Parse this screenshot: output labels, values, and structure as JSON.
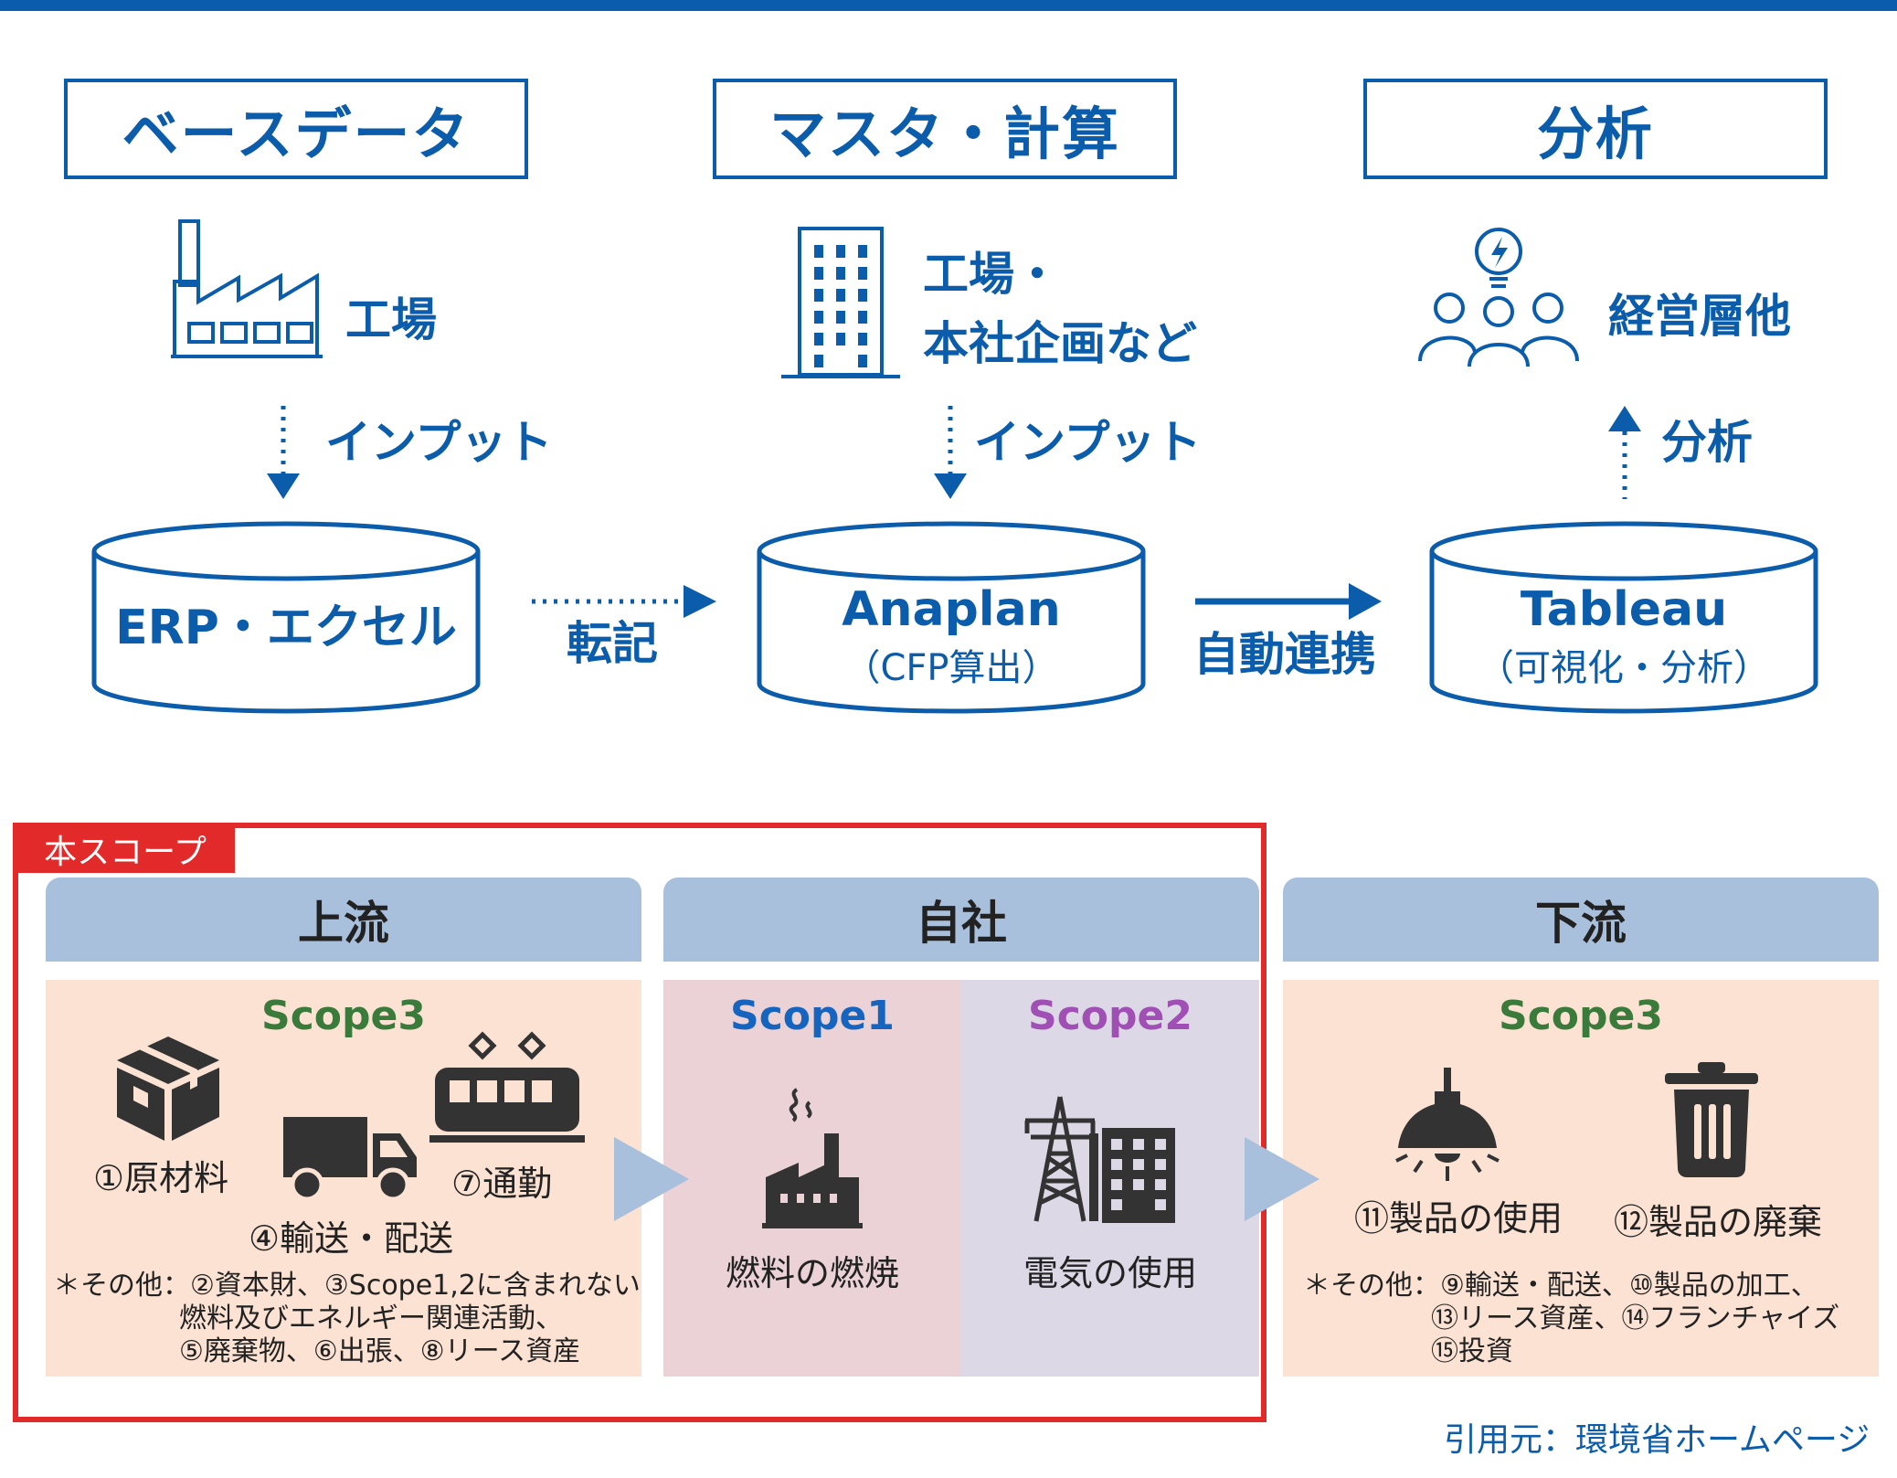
{
  "top": {
    "headers": [
      "ベースデータ",
      "マスタ・計算",
      "分析"
    ],
    "col1": {
      "source_label": "工場",
      "arrow_label": "インプット",
      "db_label": "ERP・エクセル"
    },
    "col2": {
      "source_label_line1": "工場・",
      "source_label_line2": "本社企画など",
      "arrow_label": "インプット",
      "db_label": "Anaplan",
      "db_sub": "（CFP算出）"
    },
    "col3": {
      "source_label": "経営層他",
      "arrow_label": "分析",
      "db_label": "Tableau",
      "db_sub": "（可視化・分析）"
    },
    "link1_label": "転記",
    "link2_label": "自動連携"
  },
  "scope": {
    "tab_label": "本スコープ",
    "upstream": {
      "heading": "上流",
      "scope_title": "Scope3",
      "items": [
        "①原材料",
        "④輸送・配送",
        "⑦通勤"
      ],
      "note_lines": [
        "＊その他：②資本財、③Scope1,2に含まれない",
        "燃料及びエネルギー関連活動、",
        "⑤廃棄物、⑥出張、⑧リース資産"
      ]
    },
    "own": {
      "heading": "自社",
      "scope1_title": "Scope1",
      "scope1_item": "燃料の燃焼",
      "scope2_title": "Scope2",
      "scope2_item": "電気の使用"
    },
    "downstream": {
      "heading": "下流",
      "scope_title": "Scope3",
      "items": [
        "⑪製品の使用",
        "⑫製品の廃棄"
      ],
      "note_lines": [
        "＊その他：⑨輸送・配送、⑩製品の加工、",
        "⑬リース資産、⑭フランチャイズ",
        "⑮投資"
      ]
    }
  },
  "source": "引用元：環境省ホームページ",
  "colors": {
    "blue": "#0b5cab",
    "red": "#e32a2a",
    "gray_icon": "#333333",
    "scope3_green": "#3a7a3a",
    "scope1_blue": "#1565c0",
    "scope2_purple": "#a050b4"
  },
  "icons": [
    "factory-icon",
    "building-icon",
    "people-idea-icon",
    "box-icon",
    "truck-icon",
    "train-icon",
    "factory-smoke-icon",
    "power-tower-icon",
    "lamp-icon",
    "trash-icon"
  ]
}
